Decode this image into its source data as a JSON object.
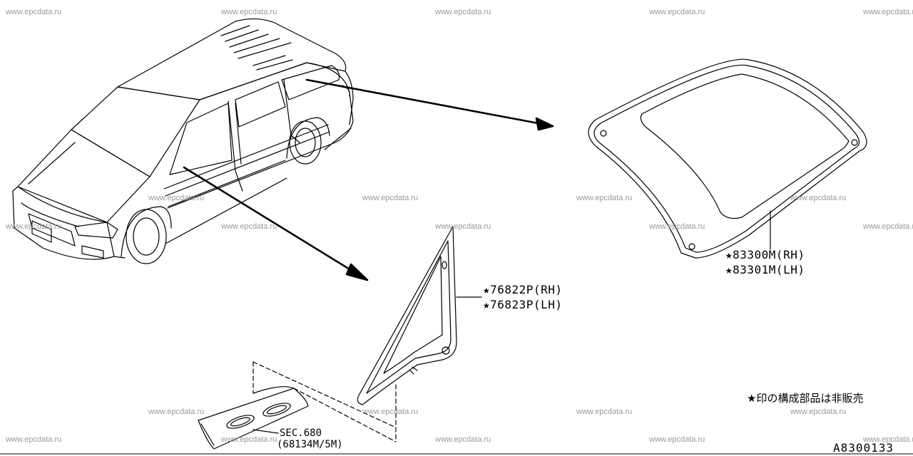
{
  "watermark": "www.epcdata.ru",
  "parts": {
    "rear_window_rh": "★83300M(RH)",
    "rear_window_lh": "★83301M(LH)",
    "front_corner_rh": "★76822P(RH)",
    "front_corner_lh": "★76823P(LH)",
    "garnish_section": "SEC.680",
    "garnish_parts": "(68134M/5M)"
  },
  "note": "★印の構成部品は非販売",
  "diagram_code": "A8300133"
}
